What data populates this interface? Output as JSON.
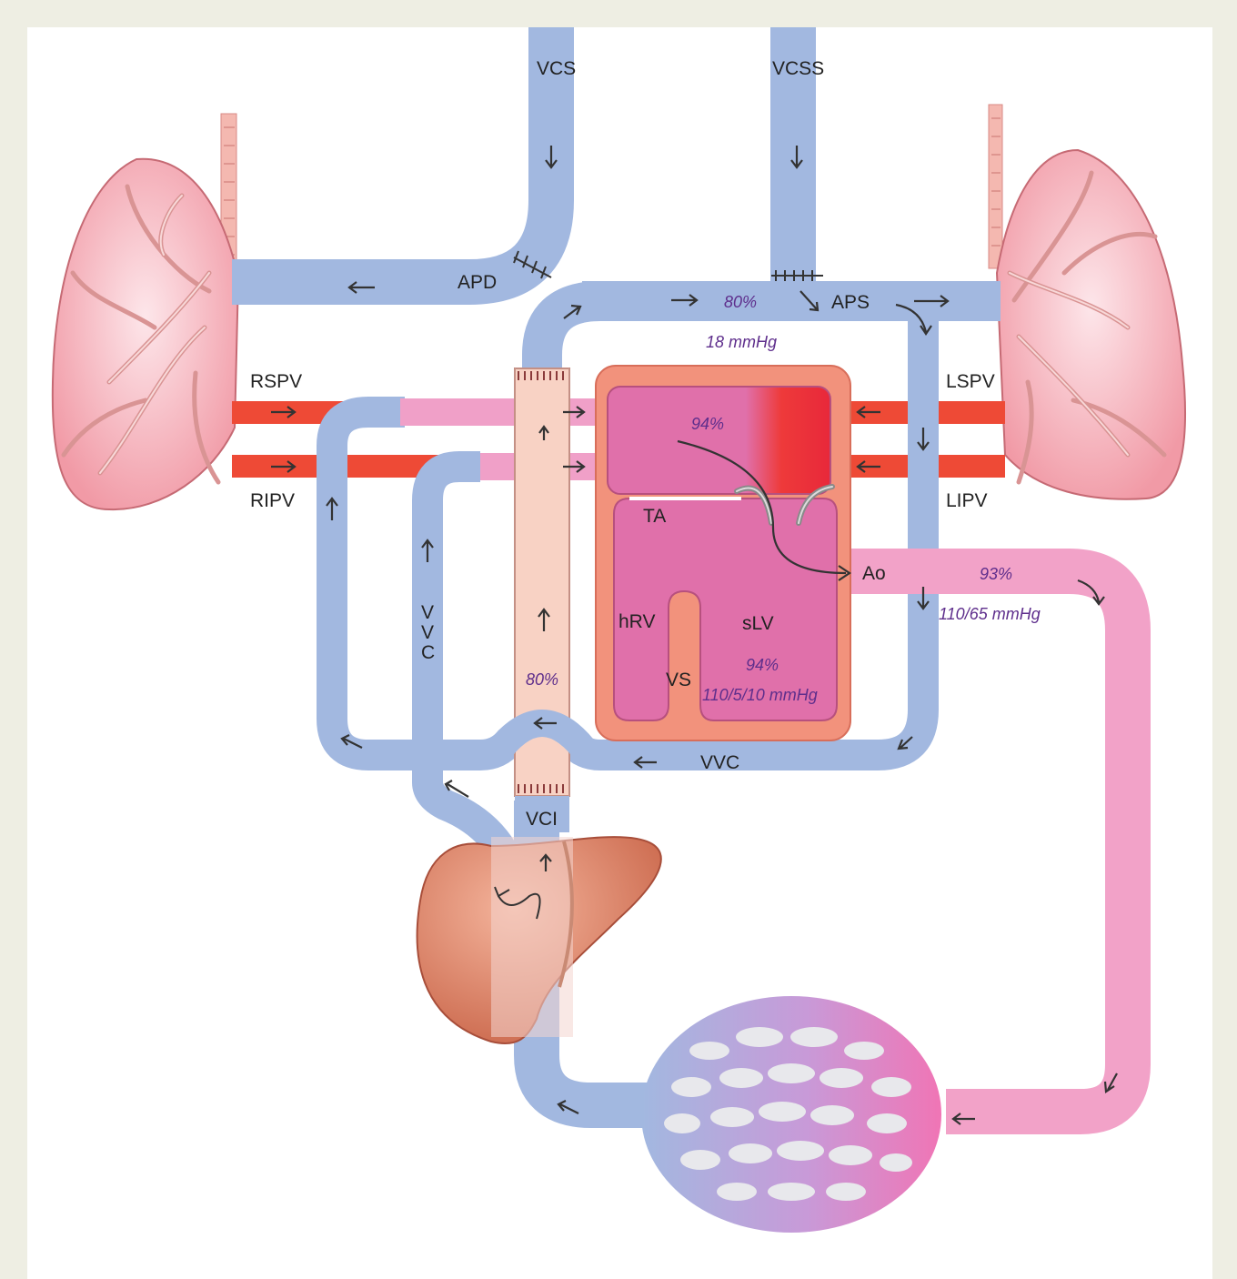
{
  "labels": {
    "vcs": "VCS",
    "vcss": "VCSS",
    "apd": "APD",
    "aps": "APS",
    "rspv": "RSPV",
    "ripv": "RIPV",
    "lspv": "LSPV",
    "lipv": "LIPV",
    "ta": "TA",
    "ao": "Ao",
    "hrv": "hRV",
    "slv": "sLV",
    "vs": "VS",
    "vvc_left_v1": "V",
    "vvc_left_v2": "V",
    "vvc_left_c": "C",
    "vvc_bottom": "VVC",
    "vci": "VCI"
  },
  "values": {
    "pulmonary_sat": "80%",
    "pulmonary_pressure": "18 mmHg",
    "atrium_sat": "94%",
    "ventricle_sat": "94%",
    "ventricle_pressure": "110/5/10 mmHg",
    "aorta_sat": "93%",
    "aorta_pressure": "110/65 mmHg",
    "conduit_sat": "80%"
  },
  "colors": {
    "background": "#eeeee3",
    "canvas": "#ffffff",
    "venous": "#a2b8e0",
    "arterial": "#f0a0c8",
    "pulmonary_vein": "#ee4a36",
    "heart_outer": "#f2927c",
    "heart_chamber": "#e070aa",
    "conduit": "#f8d2c4",
    "label_value": "#5e2e8c"
  }
}
